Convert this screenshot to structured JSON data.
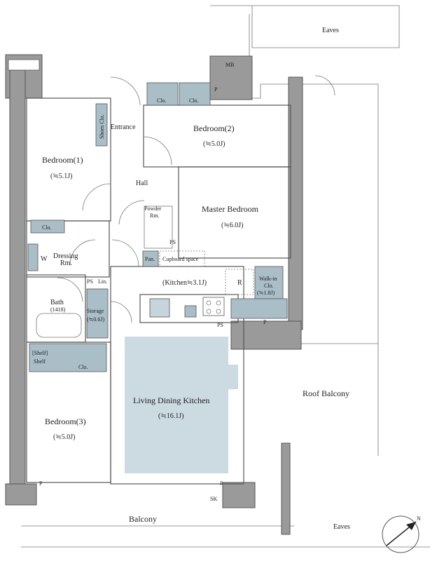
{
  "labels": {
    "eaves_top": "Eaves",
    "mb": "MB",
    "p": "P",
    "clo": "Clo.",
    "shoes_clo": "Shoes Clo.",
    "entrance": "Entrance",
    "bedroom2": "Bedroom(2)",
    "bedroom2_area": "(≒5.0J)",
    "bedroom1": "Bedroom(1)",
    "bedroom1_area": "(≒5.1J)",
    "hall": "Hall",
    "powder": "Powder",
    "powder_rm": "Rm.",
    "ps": "PS",
    "master_bedroom": "Master Bedroom",
    "master_area": "(≒6.0J)",
    "w": "W",
    "dressing": "Dressing",
    "dressing_rm": "Rm.",
    "pan": "Pan.",
    "cupboard": "Cupboard space",
    "kitchen": "(Kitchen≒3.1J)",
    "r": "R",
    "walkin": "Walk-in",
    "walkin_clo": "Clo.",
    "walkin_area": "(≒1.8J)",
    "lin": "Lin.",
    "bath": "Bath",
    "bath_size": "(1418)",
    "storage": "Storage",
    "storage_area": "(≒0.6J)",
    "shelf_top": "[Shelf]",
    "shelf": "Shelf",
    "living": "Living Dining Kitchen",
    "living_area": "(≒16.1J)",
    "roof_balcony": "Roof Balcony",
    "bedroom3": "Bedroom(3)",
    "bedroom3_area": "(≒5.0J)",
    "sk": "SK",
    "balcony": "Balcony",
    "eaves_bottom": "Eaves",
    "north": "N"
  }
}
